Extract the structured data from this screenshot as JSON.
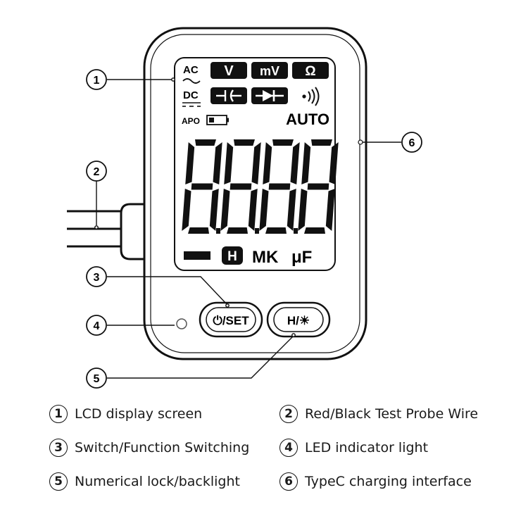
{
  "lcd": {
    "ac_label": "AC",
    "ac_symbol": "~",
    "dc_label": "DC",
    "mode_v": "V",
    "mode_mv": "mV",
    "mode_ohm": "Ω",
    "apo_label": "APO",
    "auto_label": "AUTO",
    "digits": "8888",
    "hold_symbol": "H",
    "units_mk": "MK",
    "units_uf": "μF"
  },
  "buttons": {
    "power_set_label": "⏻/SET",
    "hold_light_label": "H/☀"
  },
  "callouts": [
    "1",
    "2",
    "3",
    "4",
    "5",
    "6"
  ],
  "legend": [
    {
      "num": "1",
      "text": "LCD display screen"
    },
    {
      "num": "2",
      "text": "Red/Black Test Probe Wire"
    },
    {
      "num": "3",
      "text": "Switch/Function Switching"
    },
    {
      "num": "4",
      "text": "LED indicator light"
    },
    {
      "num": "5",
      "text": "Numerical lock/backlight"
    },
    {
      "num": "6",
      "text": "TypeC charging interface"
    }
  ]
}
